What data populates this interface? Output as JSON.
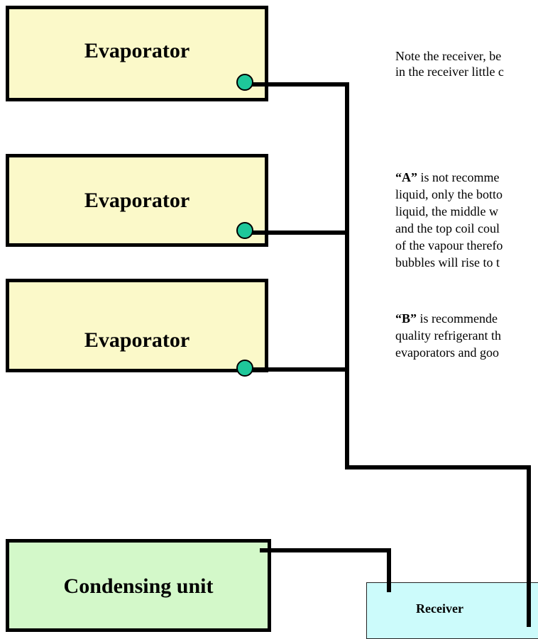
{
  "evaporators": [
    {
      "label": "Evaporator"
    },
    {
      "label": "Evaporator"
    },
    {
      "label": "Evaporator"
    }
  ],
  "condensing_unit": {
    "label": "Condensing unit"
  },
  "receiver": {
    "label": "Receiver"
  },
  "notes": {
    "receiver_note": [
      "Note the receiver, be",
      "in the receiver little c"
    ],
    "note_a": {
      "key": "“A”",
      "first_line": " is not recomme",
      "lines": [
        "liquid, only the botto",
        "liquid, the middle w",
        "and the top coil coul",
        "of the vapour therefo",
        "bubbles will rise to t"
      ]
    },
    "note_b": {
      "key": "“B”",
      "first_line": " is recommende",
      "lines": [
        "quality refrigerant th",
        "evaporators and goo"
      ]
    }
  },
  "colors": {
    "evaporator_fill": "#fbf9c9",
    "condensing_fill": "#d3f8c9",
    "receiver_fill": "#ccfbfb",
    "connector_fill": "#1ec79a",
    "pipe": "#000000"
  }
}
